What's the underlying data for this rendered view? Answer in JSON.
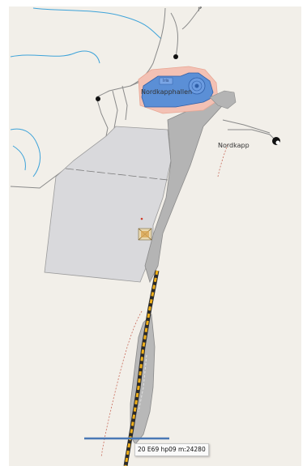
{
  "map": {
    "labels": {
      "building_small": "Iris",
      "building_main": "Nordkapphallen",
      "place": "Nordkapp"
    },
    "icons": {
      "compass_glyph": "↱",
      "drop_glyph": "•"
    }
  },
  "tooltip": {
    "text": "20 E69 hp09 m:24280"
  },
  "colors": {
    "land": "#f2efe9",
    "water": "#3ea3d9",
    "building": "#5b8fd6",
    "building_outline": "#2f5fa8",
    "pink_area": "#f3c1b4",
    "parking": "#d9d9dc",
    "road_grey": "#b4b4b4",
    "road_dark": "#4a4a4a",
    "rail_yellow": "#f0b01a",
    "measure_line": "#4a78b5",
    "path_red": "#c86a5a"
  }
}
